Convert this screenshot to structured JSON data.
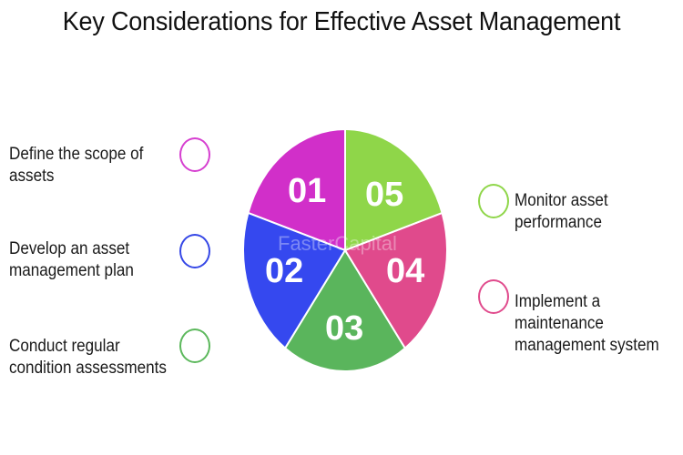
{
  "title": "Key Considerations for Effective Asset Management",
  "watermark": "FasterCapital",
  "segments": [
    {
      "number": "01",
      "color": "#d12fc9"
    },
    {
      "number": "02",
      "color": "#3548ef"
    },
    {
      "number": "03",
      "color": "#5ab55c"
    },
    {
      "number": "04",
      "color": "#e04a8c"
    },
    {
      "number": "05",
      "color": "#8fd649"
    }
  ],
  "left_items": [
    {
      "line1": "Define the scope of",
      "line2": "assets",
      "ring_color": "#d63fd0"
    },
    {
      "line1": "Develop an asset",
      "line2": "management plan",
      "ring_color": "#3547e6"
    },
    {
      "line1": "Conduct regular",
      "line2": "condition assessments",
      "ring_color": "#5cb85c"
    }
  ],
  "right_items": [
    {
      "line1": "Monitor asset",
      "line2": "performance",
      "line3": "",
      "ring_color": "#8fd649"
    },
    {
      "line1": "Implement a",
      "line2": "maintenance",
      "line3": "management system",
      "ring_color": "#e04a8c"
    }
  ]
}
